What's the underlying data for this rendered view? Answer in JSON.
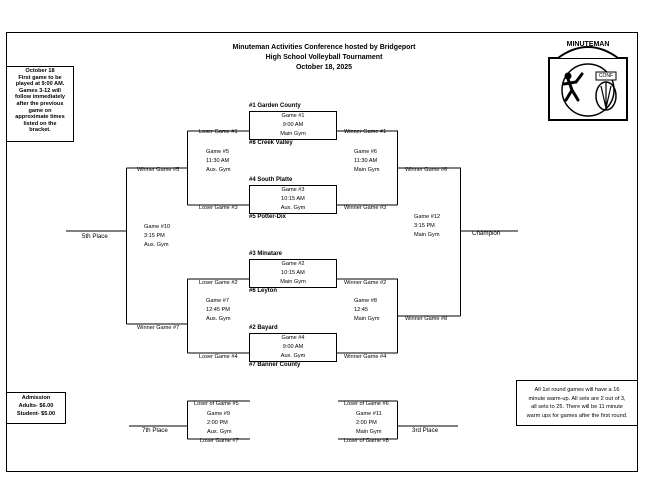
{
  "header": {
    "title": "Minuteman Activities Conference hosted by Bridgeport",
    "subtitle": "High School Volleyball Tournament",
    "date": "October 18, 2025"
  },
  "note_top": {
    "lines": [
      "October 18",
      "First game to be",
      "played at 9:00 AM.",
      "Games 3-12 will",
      "follow immediately",
      "after the previous",
      "game on",
      "approximate times",
      "listed on the",
      "bracket."
    ]
  },
  "logo": {
    "top_text": "MINUTEMAN",
    "conf_text": "CONF"
  },
  "teams": {
    "garden_county": "#1 Garden County",
    "creek_valley": "#8 Creek Valley",
    "south_platte": "#4 South Platte",
    "potter_dix": "#5 Potter-Dix",
    "minatare": "#3 Minatare",
    "leyton": "#6 Leyton",
    "bayard": "#2 Bayard",
    "banner_county": "#7 Banner County"
  },
  "games": {
    "g1": [
      "Game #1",
      "9:00 AM",
      "Main Gym"
    ],
    "g3": [
      "Game #3",
      "10:15 AM",
      "Aux. Gym"
    ],
    "g2": [
      "Game #2",
      "10:15 AM",
      "Main Gym"
    ],
    "g4": [
      "Game #4",
      "9:00 AM",
      "Aux. Gym"
    ],
    "g5": [
      "Game #5",
      "11:30 AM",
      "Aux. Gym"
    ],
    "g6": [
      "Game #6",
      "11:30 AM",
      "Main Gym"
    ],
    "g7": [
      "Game #7",
      "12:45 PM",
      "Aux. Gym"
    ],
    "g8": [
      "Game #8",
      "12:45",
      "Main Gym"
    ],
    "g10": [
      "Game #10",
      "3:15 PM",
      "Aux. Gym"
    ],
    "g12": [
      "Game #12",
      "3:15 PM",
      "Main Gym"
    ],
    "g9": [
      "Game #9",
      "2:00 PM",
      "Aux. Gym"
    ],
    "g11": [
      "Game #11",
      "2:00 PM",
      "Main Gym"
    ]
  },
  "labels": {
    "loser_g1": "Loser Game #1",
    "winner_g1": "Winner Game #1",
    "loser_g3": "Loser Game #3",
    "winner_g3": "Winner Game #3",
    "loser_g2": "Loser Game #2",
    "winner_g2": "Winner Game #2",
    "loser_g4": "Loser Game #4",
    "winner_g4": "Winner Game #4",
    "winner_g5": "Winner Game #5",
    "winner_g6": "Winner Game #6",
    "winner_g7": "Winner Game #7",
    "winner_g8": "Winner Game #8",
    "fifth_place": "5th Place",
    "champion": "Champion",
    "loser_g5": "Loser of Game #5",
    "loser_g7": "Loser Game #7",
    "loser_g6": "Loser of Game #6",
    "loser_g8": "Loser of Game #8",
    "seventh_place": "7th Place",
    "third_place": "3rd Place"
  },
  "admission": {
    "title": "Admission",
    "adults": "Adults- $6.00",
    "students": "Student- $5.00"
  },
  "note_bottom": {
    "lines": [
      "All 1st round games will have a 16",
      "minute warm-up. All sets are 2 out of 3,",
      "all sets to 25. There will be 11 minute",
      "warm ups for games after the first round."
    ]
  }
}
